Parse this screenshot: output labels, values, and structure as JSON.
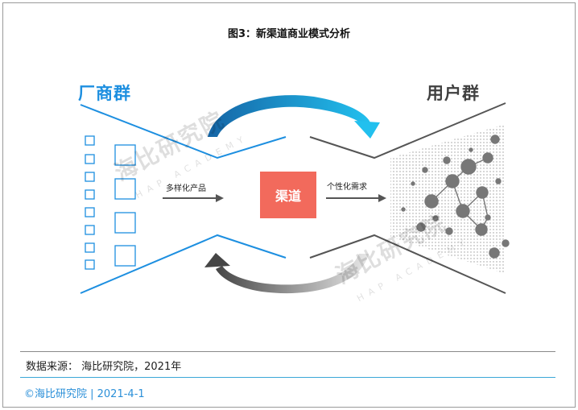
{
  "title": "图3：新渠道商业模式分析",
  "groups": {
    "left": "厂商群",
    "right": "用户群"
  },
  "center": "渠道",
  "arrows": {
    "left": "多样化产品",
    "right": "个性化需求"
  },
  "watermark": {
    "main": "海比研究院",
    "sub": "HAP ACADEMY"
  },
  "footer": {
    "source": "数据来源： 海比研究院，2021年",
    "copyright": "©海比研究院  |  2021-4-1"
  },
  "colors": {
    "blue": "#1d8fe0",
    "gray": "#555555",
    "channel": "#f26a5c",
    "teal": "#1fb6e6"
  },
  "icons": [
    "curved-arrow-icon",
    "curved-arrow-icon",
    "arrow-right-icon",
    "arrow-right-icon",
    "checkbox-icon",
    "network-icon"
  ]
}
